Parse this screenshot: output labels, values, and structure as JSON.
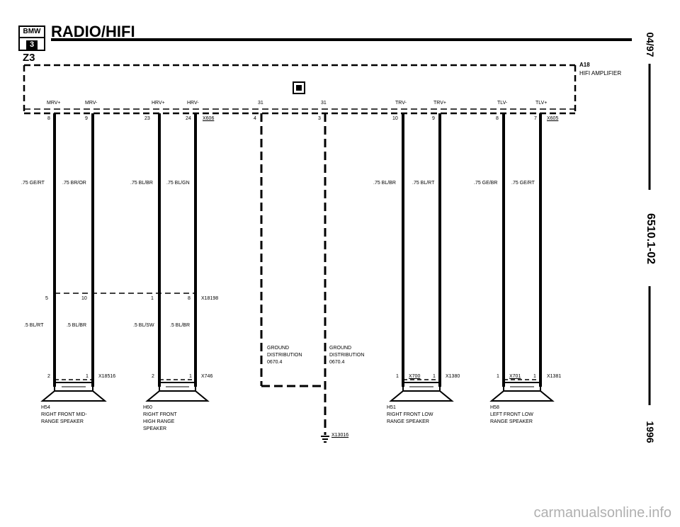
{
  "header": {
    "title": "RADIO/HIFI",
    "model": "Z3",
    "logo_top": "BMW",
    "logo_bottom": "3"
  },
  "side": {
    "date": "04/97",
    "doc_number": "6510.1-02",
    "year": "1996"
  },
  "amplifier": {
    "id": "A18",
    "name": "HIFI AMPLIFIER",
    "icon": "connector-symbol-icon"
  },
  "terminals": [
    {
      "label": "MRV+",
      "pin": "8"
    },
    {
      "label": "MRV-",
      "pin": "9"
    },
    {
      "label": "HRV+",
      "pin": "23"
    },
    {
      "label": "HRV-",
      "pin": "24"
    },
    {
      "label": "31",
      "pin": "4"
    },
    {
      "label": "31",
      "pin": "3"
    },
    {
      "label": "TRV-",
      "pin": "10"
    },
    {
      "label": "TRV+",
      "pin": "9"
    },
    {
      "label": "TLV-",
      "pin": "8"
    },
    {
      "label": "TLV+",
      "pin": "7"
    }
  ],
  "connectors": {
    "amp_left": "X606",
    "amp_right": "X605",
    "mid": "X18198",
    "ground": "X13016"
  },
  "wires_upper": [
    ".75 GE/RT",
    ".75 BR/OR",
    ".75 BL/BR",
    ".75 BL/GN",
    ".75 BL/BR",
    ".75 BL/RT",
    ".75 GE/BR",
    ".75 GE/RT"
  ],
  "mid_pins": [
    "5",
    "10",
    "1",
    "8"
  ],
  "wires_lower": [
    ".5 BL/RT",
    ".5 BL/BR",
    ".5 BL/SW",
    ".5 BL/BR"
  ],
  "grounds": [
    {
      "line1": "GROUND",
      "line2": "DISTRIBUTION",
      "line3": "0670.4"
    },
    {
      "line1": "GROUND",
      "line2": "DISTRIBUTION",
      "line3": "0670.4"
    }
  ],
  "speakers": [
    {
      "pin_left": "2",
      "pin_right": "1",
      "conn": "X18516",
      "id": "H54",
      "line1": "RIGHT FRONT MID-",
      "line2": "RANGE SPEAKER",
      "line3": ""
    },
    {
      "pin_left": "2",
      "pin_right": "1",
      "conn": "X746",
      "id": "H60",
      "line1": "RIGHT FRONT",
      "line2": "HIGH RANGE",
      "line3": "SPEAKER"
    },
    {
      "pin_left": "1",
      "pin_right": "1",
      "conn": "X700",
      "conn2": "X1380",
      "id": "H51",
      "line1": "RIGHT FRONT LOW",
      "line2": "RANGE SPEAKER",
      "line3": ""
    },
    {
      "pin_left": "1",
      "pin_right": "1",
      "conn": "X701",
      "conn2": "X1381",
      "id": "H58",
      "line1": "LEFT FRONT LOW",
      "line2": "RANGE SPEAKER",
      "line3": ""
    }
  ],
  "watermark": "carmanualsonline.info"
}
